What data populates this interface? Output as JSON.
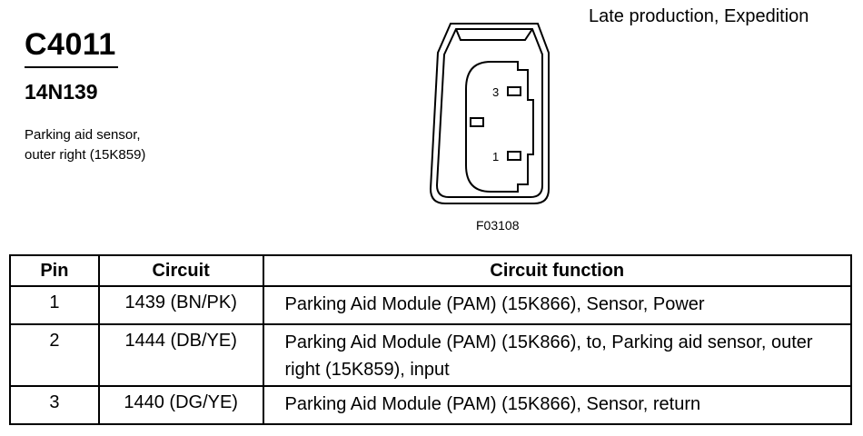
{
  "connector": {
    "id": "C4011",
    "part_number": "14N139",
    "description_line1": "Parking aid sensor,",
    "description_line2": "outer right (15K859)",
    "production_note": "Late production, Expedition",
    "figure_code": "F03108",
    "pin_label_3": "3",
    "pin_label_1": "1"
  },
  "table": {
    "headers": {
      "pin": "Pin",
      "circuit": "Circuit",
      "function": "Circuit function"
    },
    "rows": [
      {
        "pin": "1",
        "circuit": "1439 (BN/PK)",
        "function": "Parking Aid Module (PAM) (15K866), Sensor, Power"
      },
      {
        "pin": "2",
        "circuit": "1444 (DB/YE)",
        "function": "Parking Aid Module (PAM) (15K866), to, Parking aid sensor, outer right (15K859), input"
      },
      {
        "pin": "3",
        "circuit": "1440 (DG/YE)",
        "function": "Parking Aid Module (PAM) (15K866), Sensor, return"
      }
    ]
  }
}
